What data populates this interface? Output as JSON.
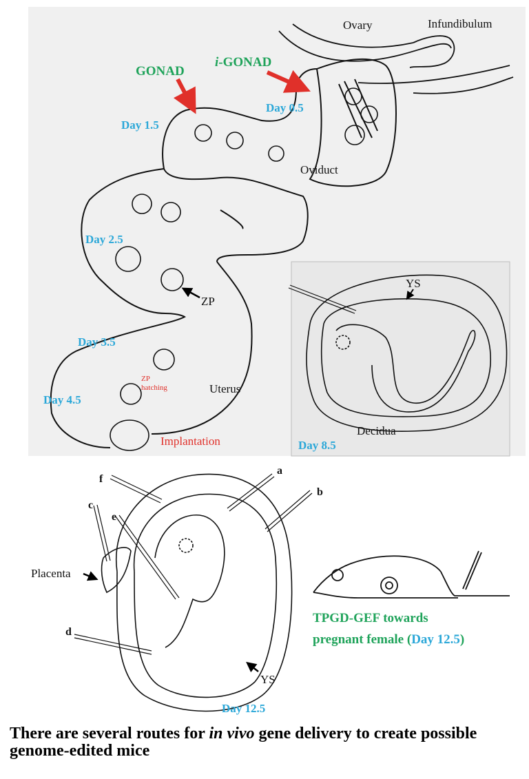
{
  "top": {
    "ovary": "Ovary",
    "infundibulum": "Infundibulum",
    "gonad": "GONAD",
    "igonad_i": "i",
    "igonad_rest": "-GONAD",
    "day_0_5": "Day 0.5",
    "day_1_5": "Day 1.5",
    "oviduct": "Oviduct",
    "day_2_5": "Day 2.5",
    "zp": "ZP",
    "day_3_5": "Day 3.5",
    "zp_hatching_1": "ZP",
    "zp_hatching_2": "hatching",
    "uterus": "Uterus",
    "day_4_5": "Day 4.5",
    "implantation": "Implantation",
    "ys": "YS",
    "decidua": "Decidua",
    "day_8_5": "Day 8.5"
  },
  "bottom": {
    "a": "a",
    "b": "b",
    "c": "c",
    "d": "d",
    "e": "e",
    "f": "f",
    "placenta": "Placenta",
    "ys": "YS",
    "day_12_5": "Day 12.5",
    "tpgd_line1": "TPGD-GEF towards",
    "tpgd_line2_a": "pregnant female (",
    "tpgd_line2_b": "Day 12.5",
    "tpgd_line2_c": ")"
  },
  "caption": {
    "part1": "There are several routes for ",
    "italic": "in vivo",
    "part2": " gene delivery to create possible genome-edited mice"
  },
  "colors": {
    "day_label": "#2aa7d8",
    "method_label": "#1fa35a",
    "arrow_red": "#e0302a",
    "panel_bg": "#f0f0f0"
  }
}
